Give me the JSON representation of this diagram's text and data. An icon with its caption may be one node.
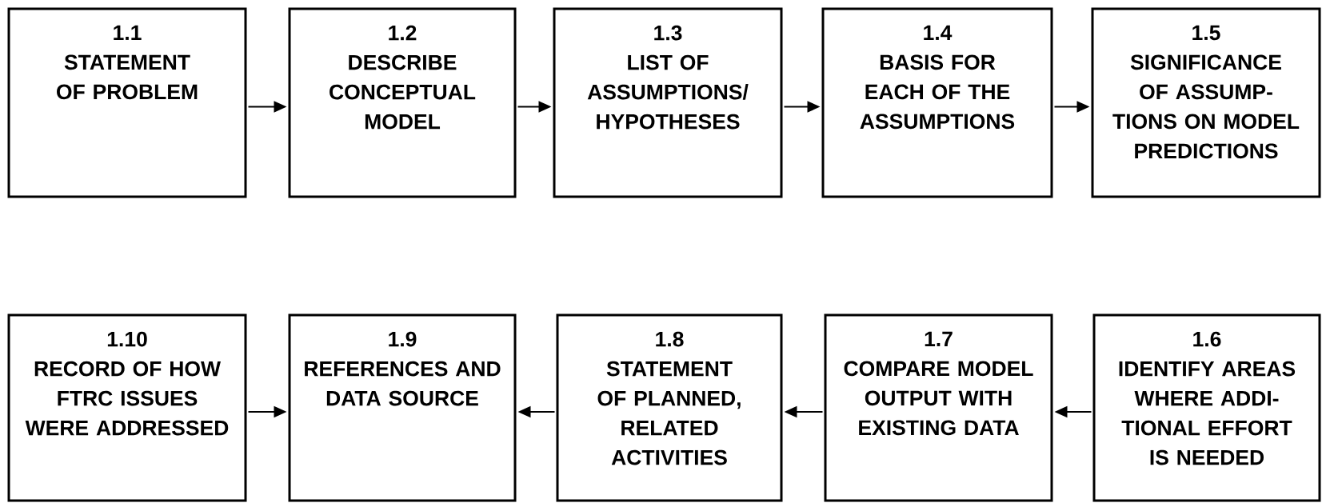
{
  "diagram": {
    "nodes": [
      {
        "text": [
          "1.1",
          "STATEMENT OF PROBLEM"
        ]
      },
      {
        "text": [
          "1.2",
          "DESCRIBE CONCEPTUAL MODEL"
        ]
      },
      {
        "text": [
          "1.3",
          "LIST OF ASSUMPTIONS/ HYPOTHESES"
        ]
      },
      {
        "text": [
          "1.4",
          "BASIS FOR EACH OF THE ASSUMPTIONS"
        ]
      },
      {
        "text": [
          "1.5",
          "SIGNIFICANCE OF ASSUMP- TIONS ON MODEL PREDICTIONS"
        ]
      },
      {
        "text": [
          "1.10",
          "RECORD OF HOW FTRC ISSUES WERE ADDRESSED"
        ]
      },
      {
        "text": [
          "1.9",
          "REFERENCES AND DATA SOURCE"
        ]
      },
      {
        "text": [
          "1.8",
          "STATEMENT OF PLANNED, RELATED ACTIVITIES"
        ]
      },
      {
        "text": [
          "1.7",
          "COMPARE MODEL OUTPUT WITH EXISTING DATA"
        ]
      },
      {
        "text": [
          "1.6",
          "IDENTIFY AREAS WHERE ADDI- TIONAL EFFORT IS NEEDED"
        ]
      }
    ],
    "edges": [
      {
        "from": 0,
        "to": 1,
        "arrow": "to"
      },
      {
        "from": 1,
        "to": 2,
        "arrow": "to"
      },
      {
        "from": 2,
        "to": 3,
        "arrow": "to"
      },
      {
        "from": 3,
        "to": 4,
        "arrow": "to"
      },
      {
        "from": 9,
        "to": 8,
        "arrow": "to"
      },
      {
        "from": 8,
        "to": 7,
        "arrow": "to"
      },
      {
        "from": 7,
        "to": 6,
        "arrow": "to"
      },
      {
        "from": 5,
        "to": 6,
        "arrow": "to"
      }
    ]
  }
}
